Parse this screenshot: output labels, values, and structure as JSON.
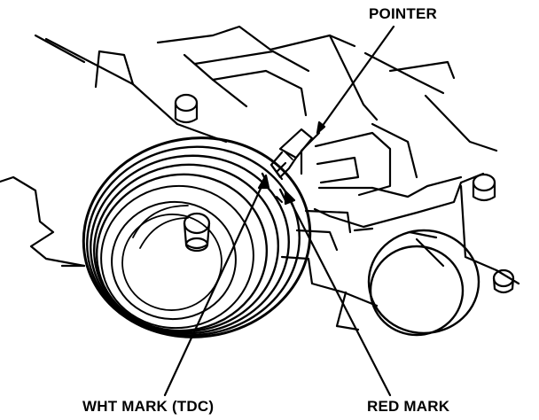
{
  "labels": {
    "pointer": "POINTER",
    "white_mark": "WHT MARK (TDC)",
    "red_mark": "RED MARK"
  },
  "colors": {
    "ink": "#000000",
    "paper": "#ffffff"
  }
}
